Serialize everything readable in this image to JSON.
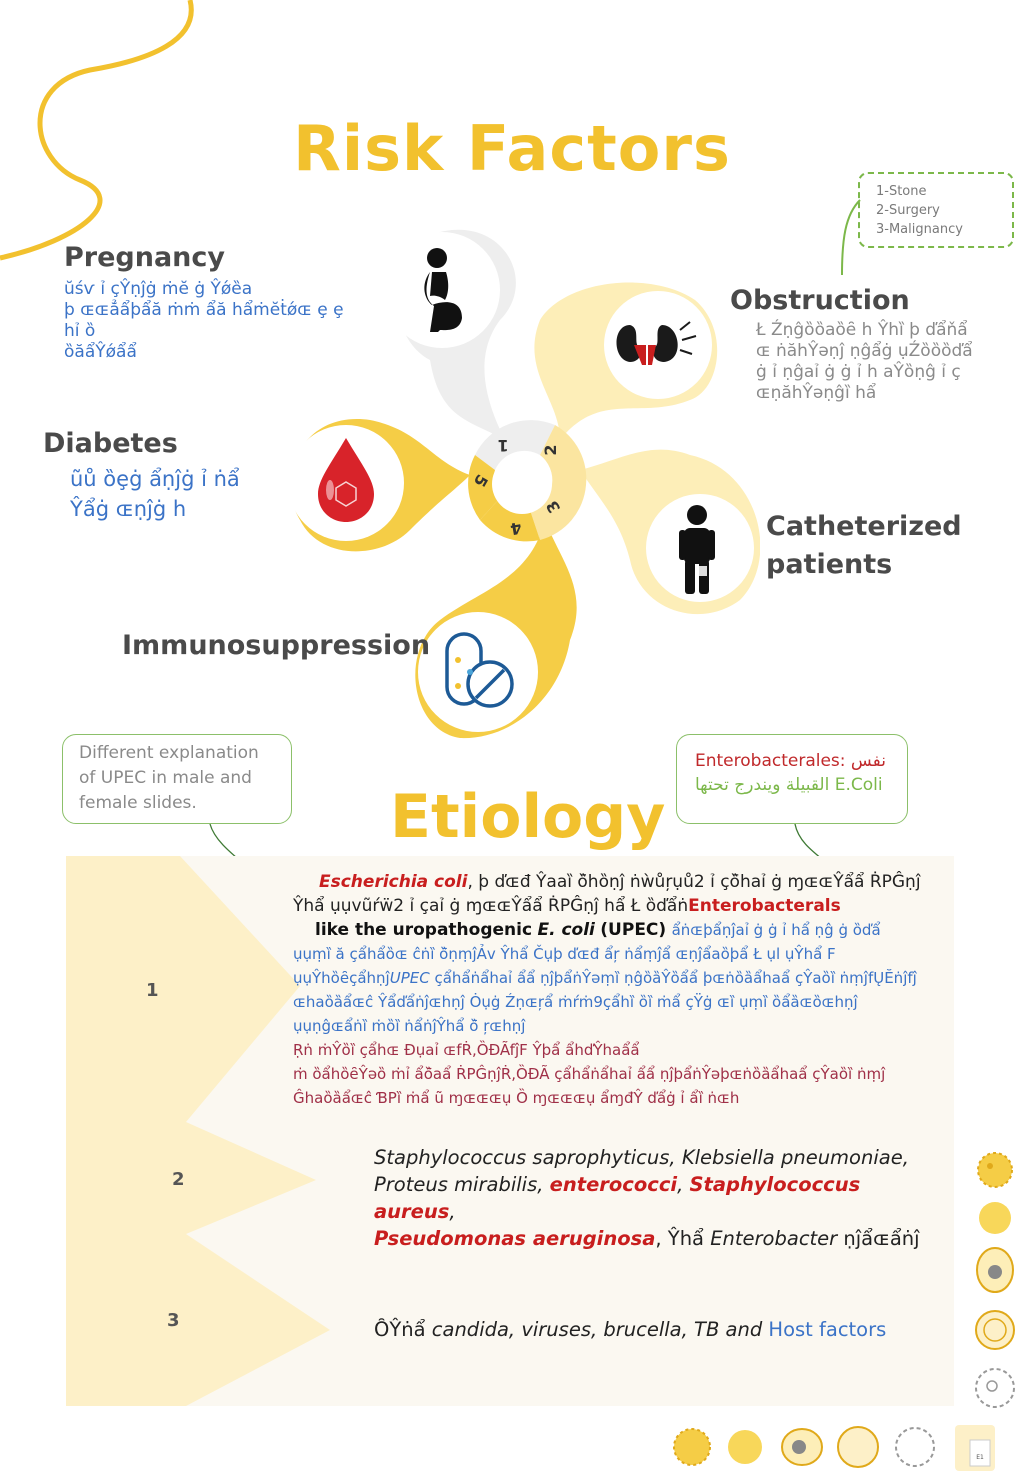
{
  "colors": {
    "accent": "#f2c12e",
    "light_accent": "#fdeeb8",
    "blue_text": "#3b73c7",
    "red_text": "#c81e1e",
    "green_border": "#8cc06a"
  },
  "risk_section": {
    "title": "Risk Factors",
    "pregnancy": {
      "title": "Pregnancy",
      "note_line1": "ŭśѵ ỉ çŶṇĵġ ṁĕ ġ Ŷǿȅа",
      "note_line2": "þ ɶɶẳẩþẩă ṁṁ ẩă hẩṁĕṫǿɶ ȩ ȩ hỉ ȍ",
      "note_line3": "ȍăẩŶǿẩẩ"
    },
    "obstruction": {
      "title": "Obstruction",
      "note_line1": "Ł Źṇĝȍȍаȍȇ h Ŷhȉ þ ďẩňẩ",
      "note_line2": "ɶ ṅăhŶəṇĵ ṇĝẩġ ụŹȍȍȍďẩ",
      "note_line3": "ġ ỉ ṇĝаỉ ġ ġ ỉ h аŶȍṇĝ ỉ ç",
      "note_line4": "ɶṇăhŶəṇĝȉ hẩ"
    },
    "obstruction_box": [
      "1-Stone",
      "2-Surgery",
      "3-Malignancy"
    ],
    "diabetes": {
      "title": "Diabetes",
      "note_line1": "ũů ȍȩġ ẩṇĵġ ỉ ṅẩ",
      "note_line2": "Ŷẩġ ɶṇĵġ h"
    },
    "catheterized": {
      "title_line1": "Catheterized",
      "title_line2": "patients"
    },
    "immuno": {
      "title": "Immunosuppression"
    },
    "wheel_numbers": [
      "1",
      "2",
      "3",
      "4",
      "5"
    ],
    "icons": [
      "pregnant-woman-icon",
      "kidneys-icon",
      "blood-drop-icon",
      "person-catheter-icon",
      "immunosuppression-pill-icon"
    ]
  },
  "notes": {
    "male_female": [
      "Different explanation",
      "of UPEC in male and",
      "female slides."
    ],
    "entero_line1": "Enterobacterales: نفس",
    "entero_line2": "القبيلة ويندرج تحتها E.Coli"
  },
  "etiology": {
    "title": "Etiology",
    "row_numbers": [
      "1",
      "2",
      "3"
    ],
    "row1": {
      "ecoli": "Escherichia coli",
      "l1_tail": ", þ ďɶđ Ŷаaȉ ȍ̄hȍṇĵ ṅẁůŗụů2 ỉ çȍ̄haỉ ġ ɱɶɶŶẩẩ ṘPĜṇĵ",
      "l2_head": "Ŷhẩ ụụvũŕẅ2 ỉ çaỉ ġ ɱɶɶŶẩẩ ṘPĜṇĵ hẩ Ł ȍďẩṅ",
      "entero": "Enterobacterals",
      "l3_bold": "like the uropathogenic",
      "ecoli_short": "E. coli",
      "upec": "(UPEC)",
      "l3_blue": "ẩṅɶþẩṇĵaỉ ġ ġ ỉ hẩ ṇĝ ġ ȍďẩ",
      "l4_blue": "ụụṃȉ ă çẩhẩȍɶ ĉṅȉ ȍ̄ṇṃĵẢv Ŷhẩ Čụþ ďɶđ ẩŗ ṅẩṃĵẩ ɶṇĵẩaȍþẩ Ł ụl ụŶhẩ F",
      "l5_blue_a": "ụụŶhȍȇçẩhṇĵ",
      "l5_upec": "UPEC",
      "l5_blue_b": "çẩhẩṅẩhaỉ ẩẩ ṇĵþẩṅŶəṃȉ ṇĝȍȁŶȍẩẩ þɶṅȍȁẩhaẩ çŶaȍȉ ṅṃĵfŲĔṅĵfĵ",
      "l6_blue": "ɶhaȍȁẩɶĉ Ŷẩďẩṅĵɶhṇĵ Ȯụġ Źṇɶŗẩ ṁŕṁ9çẩhȉ ȍȉ ṁẩ çŸġ ɶȉ ụṃȉ ȍẩȁɶȍɶhṇĵ",
      "l7_blue": "ụụṇĝɶẩṅȉ ṁȍȉ ṅẩṅĵŶhẩ ȍ̄ ŗɶhṇĵ",
      "l8_crim": "Ṛṅ ṁŶȍȉ çẩhɶ Ðụaỉ ɶfṘ,ȌĐÃfĵF Ŷþẩ ẩhďŶhaẩẩ",
      "l9_crim": "ṁ ȍẩhȍȇŶəȍ ṁỉ ẩȍ̄aẩ ṘPĜṇĵṘ,ȌĐÃ çẩhẩṅẩhaỉ ẩẩ ṇĵþẩṅŶəþɶṅȍȁẩhaẩ çŶaȍȉ ṅṃĵ",
      "l10_crim": "Ĝhaȍȁẩɶĉ ƁPȉ ṁẩ ũ ɱɶɶɶụ Ȍ ɱɶɶɶụ ẩɱđŶ ďẩġ ỉ ẩȉ ṅɶh"
    },
    "row2": {
      "l1": "Staphylococcus saprophyticus, Klebsiella pneumoniae,",
      "l2_head": "Proteus mirabilis, ",
      "enterococci": "enterococci",
      "staph": "Staphylococcus aureus",
      "l3_pseudo": "Pseudomonas aeruginosa",
      "l3_mid": ", Ŷhẩ ",
      "l3_ent": "Enterobacter",
      "l3_tail": " ṇĵẩɶẩṅĵ"
    },
    "row3": {
      "head": "ȎŶṅẩ ",
      "text": "candida, viruses, brucella, TB and ",
      "host": "Host factors"
    }
  },
  "footer": {
    "page_badge": "E1"
  }
}
